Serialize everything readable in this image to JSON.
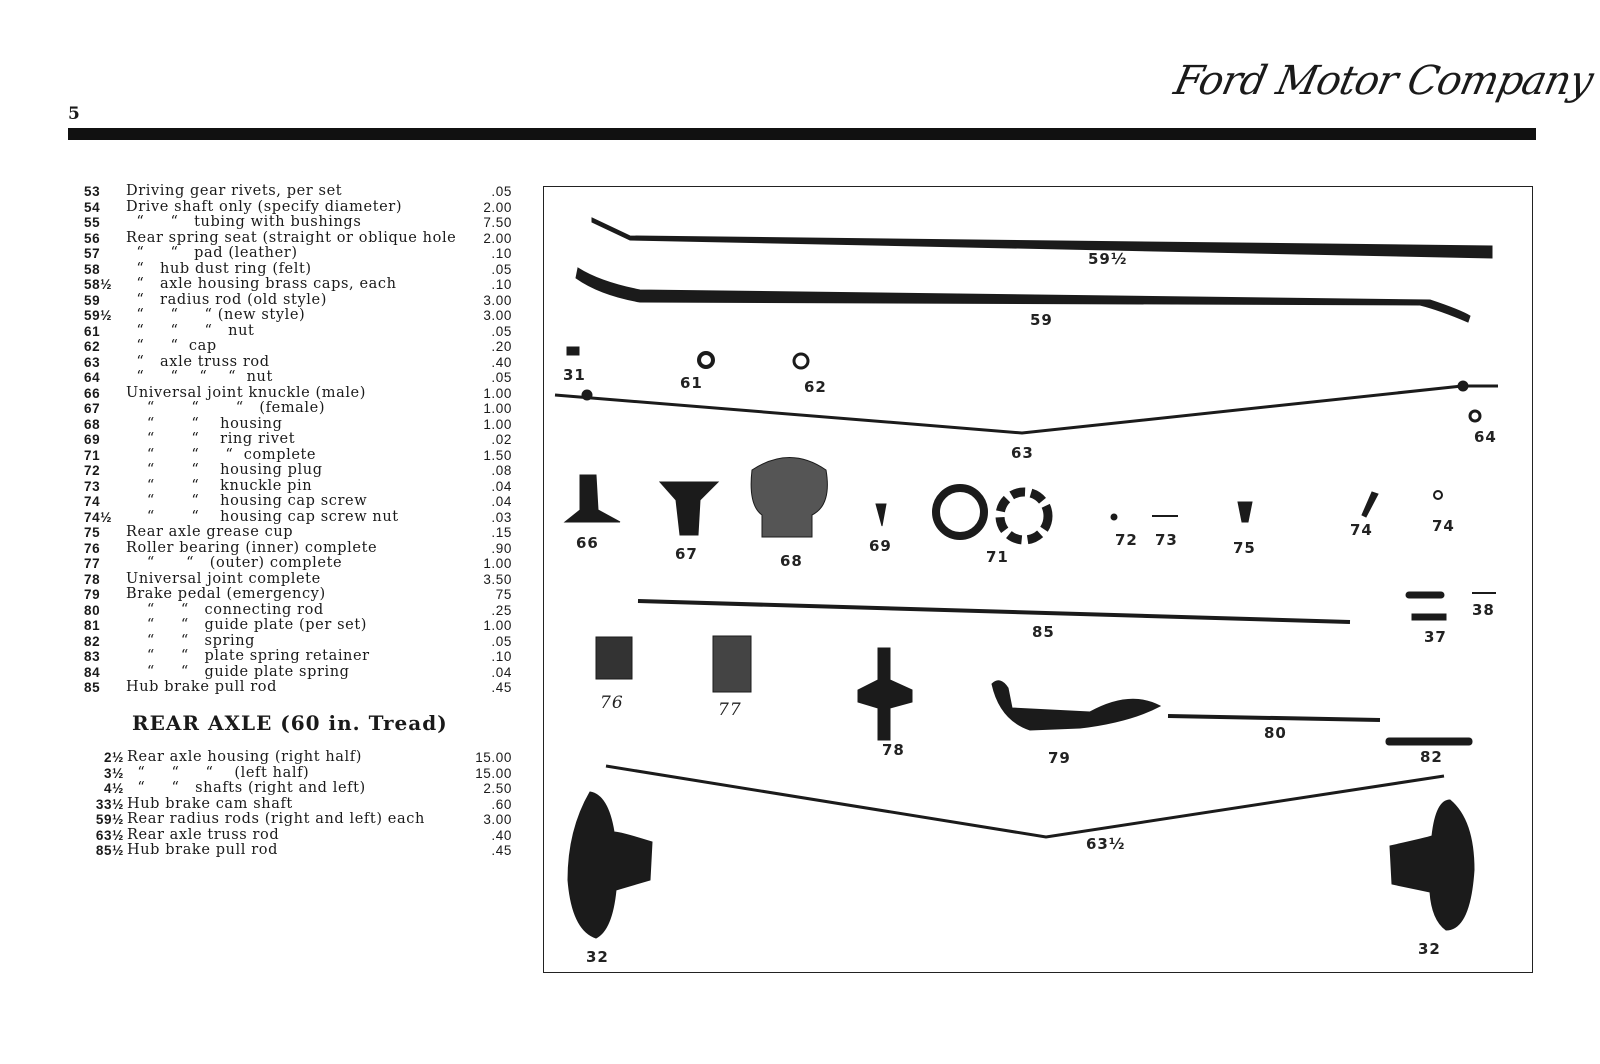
{
  "page_number": "5",
  "brand": "Ford Motor Company",
  "parts": [
    {
      "no": "53",
      "desc": "Driving gear rivets, per set",
      "price": ".05"
    },
    {
      "no": "54",
      "desc": "Drive shaft only (specify diameter)",
      "price": "2.00"
    },
    {
      "no": "55",
      "desc": "  “     “   tubing with bushings",
      "price": "7.50"
    },
    {
      "no": "56",
      "desc": "Rear spring seat (straight or oblique hole)",
      "price": "2.00"
    },
    {
      "no": "57",
      "desc": "  “     “   pad (leather)",
      "price": ".10"
    },
    {
      "no": "58",
      "desc": "  “   hub dust ring (felt)",
      "price": ".05"
    },
    {
      "no": "58½",
      "desc": "  “   axle housing brass caps, each",
      "price": ".10"
    },
    {
      "no": "59",
      "desc": "  “   radius rod (old style)",
      "price": "3.00"
    },
    {
      "no": "59½",
      "desc": "  “     “     “ (new style)",
      "price": "3.00"
    },
    {
      "no": "61",
      "desc": "  “     “     “   nut",
      "price": ".05"
    },
    {
      "no": "62",
      "desc": "  “     “  cap",
      "price": ".20"
    },
    {
      "no": "63",
      "desc": "  “   axle truss rod",
      "price": ".40"
    },
    {
      "no": "64",
      "desc": "  “     “    “    “  nut",
      "price": ".05"
    },
    {
      "no": "66",
      "desc": "Universal joint knuckle (male)",
      "price": "1.00"
    },
    {
      "no": "67",
      "desc": "    “       “       “   (female)",
      "price": "1.00"
    },
    {
      "no": "68",
      "desc": "    “       “    housing",
      "price": "1.00"
    },
    {
      "no": "69",
      "desc": "    “       “    ring rivet",
      "price": ".02"
    },
    {
      "no": "71",
      "desc": "    “       “     “  complete",
      "price": "1.50"
    },
    {
      "no": "72",
      "desc": "    “       “    housing plug",
      "price": ".08"
    },
    {
      "no": "73",
      "desc": "    “       “    knuckle pin",
      "price": ".04"
    },
    {
      "no": "74",
      "desc": "    “       “    housing cap screw",
      "price": ".04"
    },
    {
      "no": "74½",
      "desc": "    “       “    housing cap screw nut",
      "price": ".03"
    },
    {
      "no": "75",
      "desc": "Rear axle grease cup",
      "price": ".15"
    },
    {
      "no": "76",
      "desc": "Roller bearing (inner) complete",
      "price": ".90"
    },
    {
      "no": "77",
      "desc": "    “      “   (outer) complete",
      "price": "1.00"
    },
    {
      "no": "78",
      "desc": "Universal joint complete",
      "price": "3.50"
    },
    {
      "no": "79",
      "desc": "Brake pedal (emergency)",
      "price": "75"
    },
    {
      "no": "80",
      "desc": "    “     “   connecting rod",
      "price": ".25"
    },
    {
      "no": "81",
      "desc": "    “     “   guide plate (per set)",
      "price": "1.00"
    },
    {
      "no": "82",
      "desc": "    “     “   spring",
      "price": ".05"
    },
    {
      "no": "83",
      "desc": "    “     “   plate spring retainer",
      "price": ".10"
    },
    {
      "no": "84",
      "desc": "    “     “   guide plate spring",
      "price": ".04"
    },
    {
      "no": "85",
      "desc": "Hub brake pull rod",
      "price": ".45"
    }
  ],
  "section_title": "REAR AXLE (60 in. Tread)",
  "rear_axle_parts": [
    {
      "no": "2½",
      "desc": "Rear axle housing (right half)",
      "price": "15.00"
    },
    {
      "no": "3½",
      "desc": "  “     “     “    (left half)",
      "price": "15.00"
    },
    {
      "no": "4½",
      "desc": "  “     “   shafts (right and left)",
      "price": "2.50"
    },
    {
      "no": "33½",
      "desc": "Hub brake cam shaft",
      "price": ".60"
    },
    {
      "no": "59½",
      "desc": "Rear radius rods (right and left) each",
      "price": "3.00"
    },
    {
      "no": "63½",
      "desc": "Rear axle truss rod",
      "price": ".40"
    },
    {
      "no": "85½",
      "desc": "Hub brake pull rod",
      "price": ".45"
    }
  ],
  "figure_labels": [
    "59½",
    "59",
    "31",
    "61",
    "62",
    "63",
    "64",
    "66",
    "67",
    "68",
    "69",
    "71",
    "72",
    "73",
    "75",
    "74",
    "74",
    "85",
    "38",
    "37",
    "76",
    "77",
    "78",
    "79",
    "80",
    "82",
    "63½",
    "32",
    "32"
  ]
}
